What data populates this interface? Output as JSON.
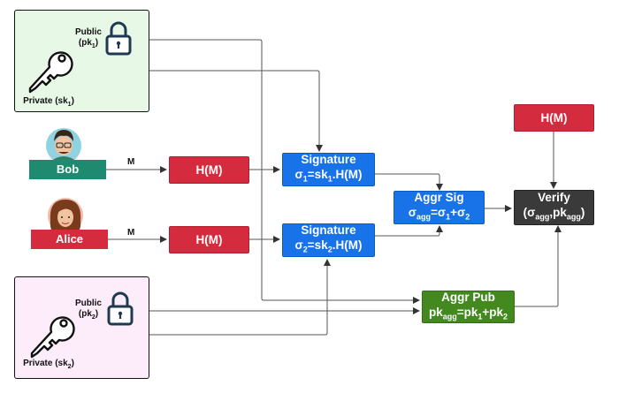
{
  "top_keys": {
    "public_label": "Public",
    "public_sub": "(pk",
    "public_idx": "1",
    "private_label": "Private (sk",
    "private_idx": "1"
  },
  "bottom_keys": {
    "public_label": "Public",
    "public_sub": "(pk",
    "public_idx": "2",
    "private_label": "Private (sk",
    "private_idx": "2"
  },
  "bob": {
    "name": "Bob",
    "message": "M"
  },
  "alice": {
    "name": "Alice",
    "message": "M"
  },
  "hash_bob": "H(M)",
  "hash_alice": "H(M)",
  "hash_verify": "H(M)",
  "sig1": {
    "title": "Signature",
    "formula_a": "σ",
    "idx": "1",
    "formula_b": "=sk",
    "idx2": "1",
    "formula_c": ".H(M)"
  },
  "sig2": {
    "title": "Signature",
    "formula_a": "σ",
    "idx": "2",
    "formula_b": "=sk",
    "idx2": "2",
    "formula_c": ".H(M)"
  },
  "aggr_sig": {
    "title": "Aggr Sig",
    "a": "σ",
    "agg": "agg",
    "b": "=σ",
    "i1": "1",
    "c": "+σ",
    "i2": "2"
  },
  "aggr_pub": {
    "title": "Aggr Pub",
    "a": "pk",
    "agg": "agg",
    "b": "=pk",
    "i1": "1",
    "c": "+pk",
    "i2": "2"
  },
  "verify": {
    "title": "Verify",
    "a": "(σ",
    "agg1": "agg",
    "b": ",pk",
    "agg2": "agg",
    "c": ")"
  },
  "colors": {
    "red": "#d42c3e",
    "blue": "#1872e8",
    "dark": "#3a3a3a",
    "green": "#44891f",
    "bob_bar": "#1f8a70",
    "alice_bar": "#d42c3e"
  }
}
